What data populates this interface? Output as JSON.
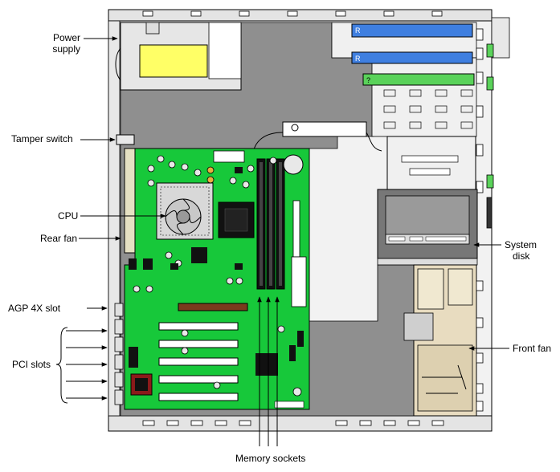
{
  "labels": {
    "power_supply_line1": "Power",
    "power_supply_line2": "supply",
    "tamper_switch": "Tamper switch",
    "cpu": "CPU",
    "rear_fan": "Rear fan",
    "agp_slot": "AGP 4X slot",
    "pci_slots": "PCI slots",
    "system_disk_line1": "System",
    "system_disk_line2": "disk",
    "front_fan": "Front fan",
    "memory_sockets": "Memory sockets"
  },
  "colors": {
    "chassis": "#f0f0f0",
    "chassis_floor": "#8f8f8f",
    "motherboard": "#17c83a",
    "psu_body": "#e6e6e6",
    "psu_label": "#ffff66",
    "blue_card": "#3f7fe0",
    "green_card": "#5ad25a",
    "fan_panel": "#e8dcc0",
    "outline": "#000000"
  }
}
